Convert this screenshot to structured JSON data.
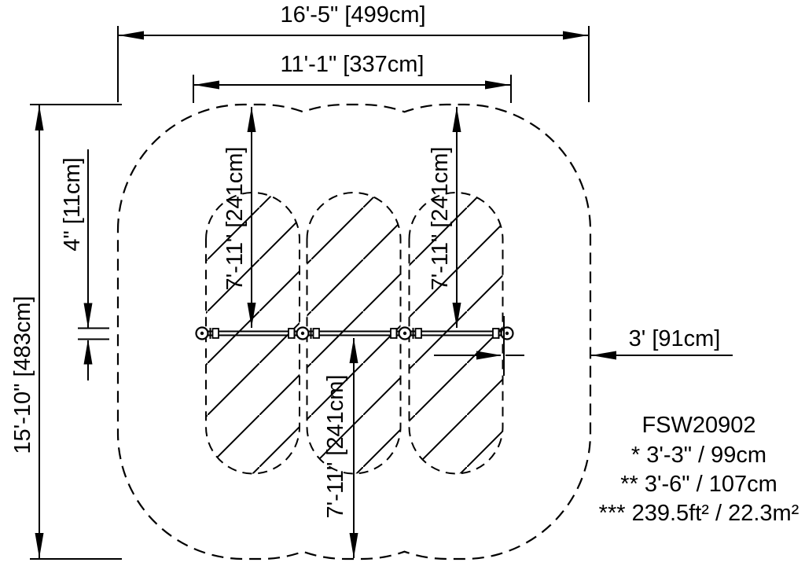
{
  "drawing": {
    "model": "FSW20902",
    "dimensions": {
      "overall_width": "16'-5\" [499cm]",
      "beam_length": "11'-1\" [337cm]",
      "overall_depth": "15'-10\" [483cm]",
      "beam_diameter": "4\" [11cm]",
      "use_zone_left": "7'-11\" [241cm]",
      "use_zone_right": "7'-11\" [241cm]",
      "use_zone_bottom": "7'-11\" [241cm]",
      "side_clearance": "3' [91cm]"
    },
    "notes": [
      "* 3'-3\" / 99cm",
      "** 3'-6\" / 107cm",
      "*** 239.5ft² / 22.3m²"
    ],
    "colors": {
      "ink": "#000000",
      "background": "#ffffff"
    }
  }
}
